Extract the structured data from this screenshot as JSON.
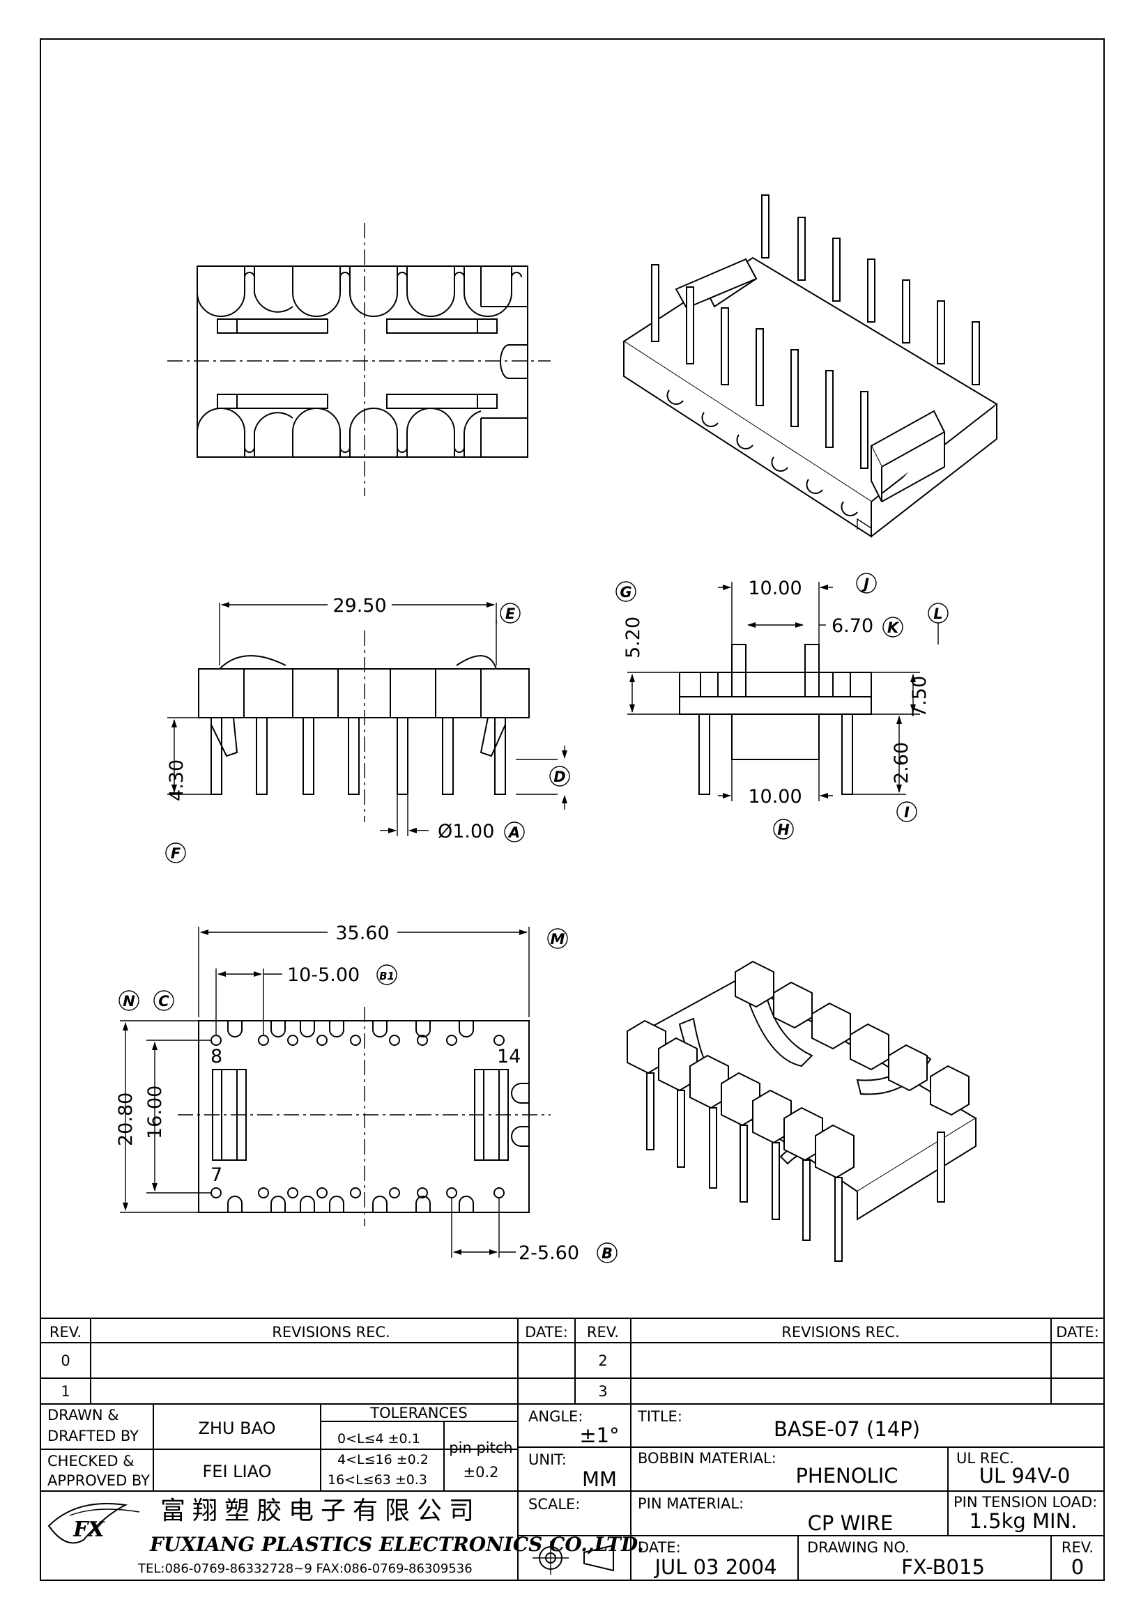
{
  "views": {
    "side_view": {
      "dims": {
        "overall_width": "29.50",
        "pin_length": "4.30",
        "pin_diameter": "Ø1.00"
      },
      "callouts": {
        "E": "E",
        "D": "D",
        "F": "F",
        "A": "A"
      }
    },
    "end_view": {
      "dims": {
        "post_spacing": "10.00",
        "post_width": "6.70",
        "post_height": "5.20",
        "total_height": "7.50",
        "standoff": "2.60",
        "inner_width": "10.00"
      },
      "callouts": {
        "G": "G",
        "J": "J",
        "K": "K",
        "L": "L",
        "I": "I",
        "H": "H"
      }
    },
    "bottom_view": {
      "dims": {
        "length": "35.60",
        "pitch_b1": "10-5.00",
        "width": "20.80",
        "row_spacing": "16.00",
        "pitch_b": "2-5.60"
      },
      "callouts": {
        "M": "M",
        "B1": "B1",
        "N": "N",
        "C": "C",
        "B": "B"
      },
      "pin_labels": {
        "p8": "8",
        "p14": "14",
        "p7": "7"
      }
    }
  },
  "title_block": {
    "revisions": {
      "rev_header": "REV.",
      "rec_header": "REVISIONS   REC.",
      "date_header": "DATE:",
      "rows_left": [
        "0",
        "1"
      ],
      "rows_right": [
        "2",
        "3"
      ]
    },
    "drawn_label_1": "DRAWN &",
    "drawn_label_2": "DRAFTED BY",
    "drawn_name": "ZHU BAO",
    "checked_label_1": "CHECKED &",
    "checked_label_2": "APPROVED BY",
    "checked_name": "FEI LIAO",
    "tolerances": {
      "header": "TOLERANCES",
      "rows": [
        "0<L≤4    ±0.1",
        "4<L≤16  ±0.2",
        "16<L≤63  ±0.3"
      ],
      "pin_pitch_label": "pin  pitch",
      "pin_pitch_value": "±0.2"
    },
    "angle_label": "ANGLE:",
    "angle_value": "±1°",
    "unit_label": "UNIT:",
    "unit_value": "MM",
    "scale_label": "SCALE:",
    "title_label": "TITLE:",
    "title_value": "BASE-07 (14P)",
    "bobbin_material_label": "BOBBIN  MATERIAL:",
    "bobbin_material_value": "PHENOLIC",
    "ul_rec_label": "UL  REC.",
    "ul_rec_value": "UL  94V-0",
    "pin_material_label": "PIN  MATERIAL:",
    "pin_material_value": "CP  WIRE",
    "pin_tension_label": "PIN  TENSION  LOAD:",
    "pin_tension_value": "1.5kg  MIN.",
    "date_label": "DATE:",
    "date_value": "JUL  03  2004",
    "drawing_no_label": "DRAWING  NO.",
    "drawing_no_value": "FX-B015",
    "rev_label": "REV.",
    "rev_value": "0",
    "company_cn": "富翔塑胶电子有限公司",
    "company_en": "FUXIANG PLASTICS ELECTRONICS CO.,LTD.",
    "company_contact": "TEL:086-0769-86332728~9  FAX:086-0769-86309536",
    "logo_text": "FX"
  }
}
